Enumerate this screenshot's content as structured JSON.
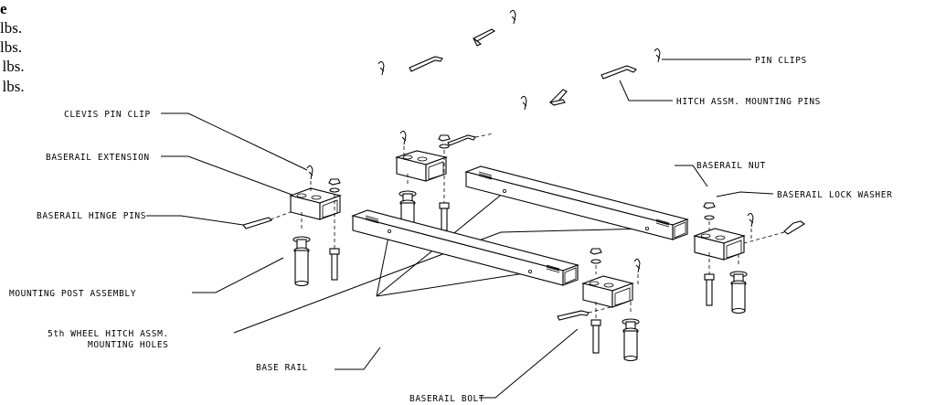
{
  "left_block": {
    "title": "e",
    "rows": [
      "lbs.",
      "lbs.",
      ". lbs.",
      ". lbs."
    ]
  },
  "callouts": {
    "pin_clips": "PIN CLIPS",
    "hitch_pins": "HITCH ASSM. MOUNTING PINS",
    "clevis_pin_clip": "CLEVIS PIN CLIP",
    "baserail_extension": "BASERAIL EXTENSION",
    "baserail_nut": "BASERAIL NUT",
    "baserail_lock_washer": "BASERAIL LOCK WASHER",
    "baserail_hinge_pins": "BASERAIL HINGE PINS",
    "mounting_post_assembly": "MOUNTING POST ASSEMBLY",
    "mounting_holes_line1": "5th WHEEL HITCH ASSM.",
    "mounting_holes_line2": "MOUNTING HOLES",
    "base_rail": "BASE RAIL",
    "baserail_bolt": "BASERAIL BOLT"
  }
}
